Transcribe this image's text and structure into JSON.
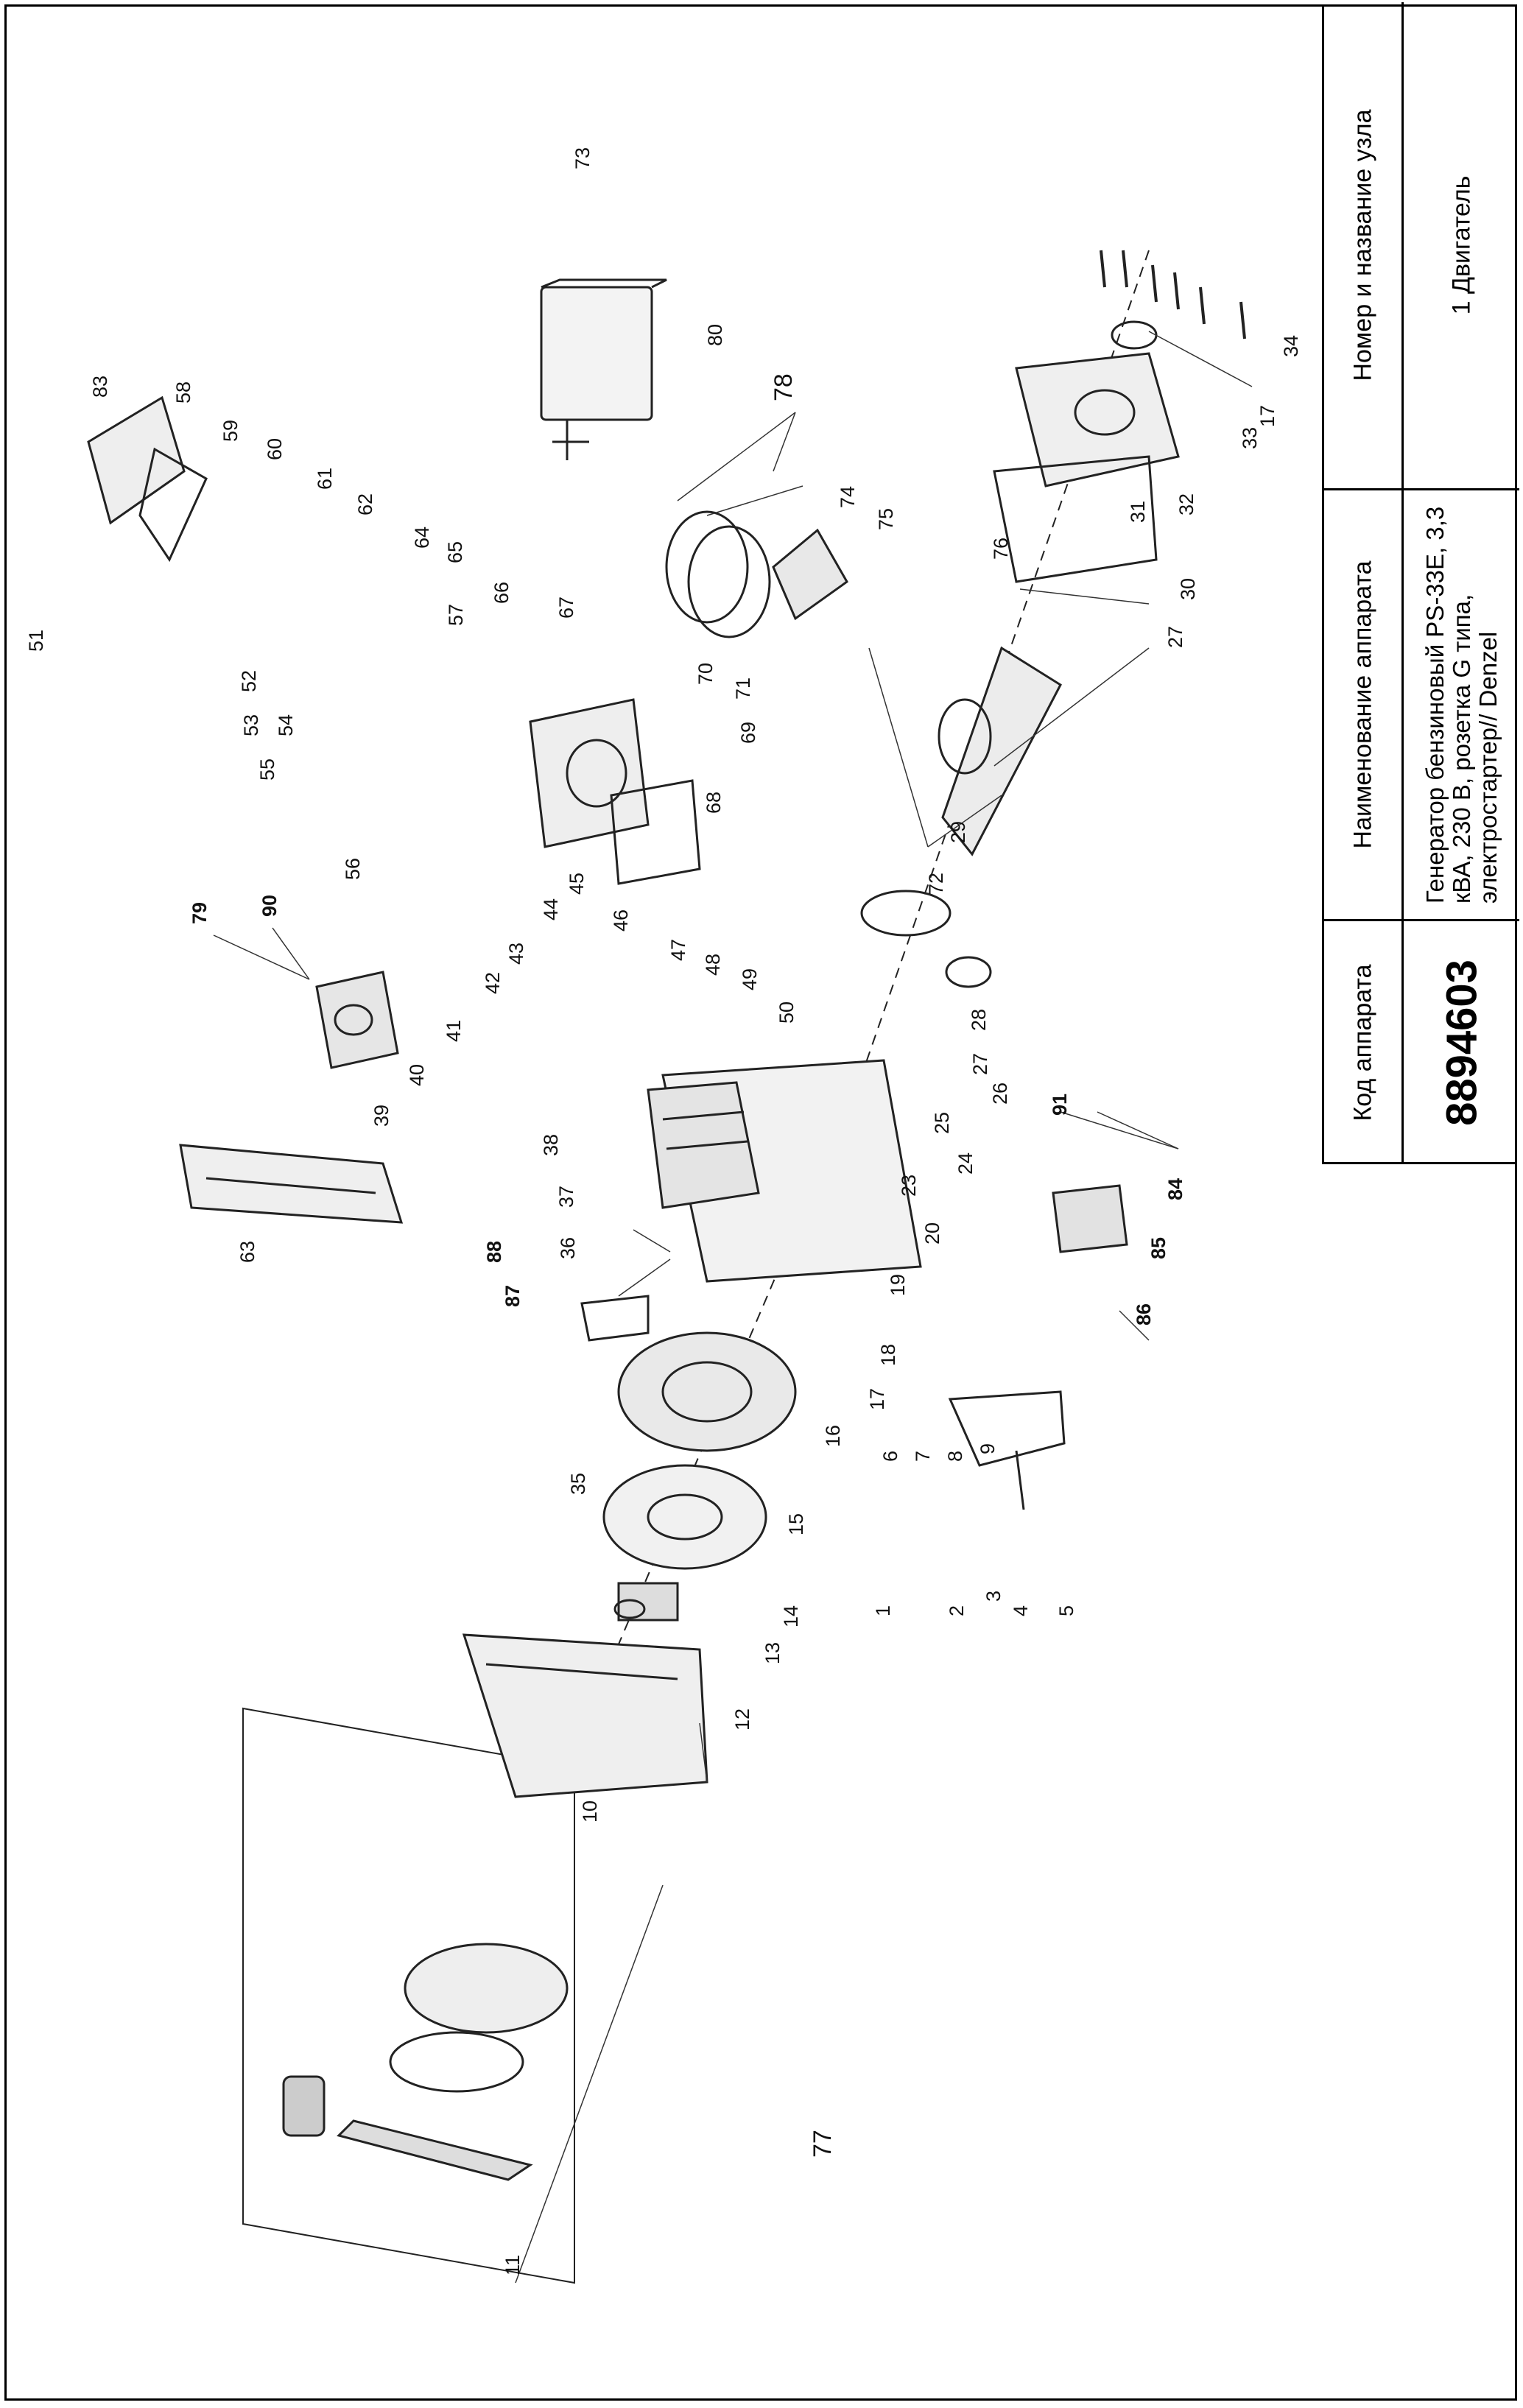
{
  "title_block": {
    "header_node": "Номер и название узла",
    "value_node": "1 Двигатель",
    "header_model": "Наименование аппарата",
    "value_model": "Генератор бензиновый PS-33E, 3,3 кВА, 230 В, розетка G типа, электростартер// Denzel",
    "header_code": "Код аппарата",
    "value_code": "8894603"
  },
  "callouts": {
    "c1": "1",
    "c2": "2",
    "c3": "3",
    "c4": "4",
    "c5": "5",
    "c6": "6",
    "c7": "7",
    "c8": "8",
    "c9": "9",
    "c10": "10",
    "c11": "11",
    "c12": "12",
    "c13": "13",
    "c14": "14",
    "c15": "15",
    "c16": "16",
    "c17a": "17",
    "c17b": "17",
    "c18": "18",
    "c19": "19",
    "c20": "20",
    "c23": "23",
    "c24": "24",
    "c25": "25",
    "c26": "26",
    "c27a": "27",
    "c27b": "27",
    "c28": "28",
    "c29": "29",
    "c30": "30",
    "c31": "31",
    "c32": "32",
    "c33": "33",
    "c34": "34",
    "c35": "35",
    "c36": "36",
    "c37": "37",
    "c38": "38",
    "c39": "39",
    "c40": "40",
    "c41": "41",
    "c42": "42",
    "c43": "43",
    "c44": "44",
    "c45": "45",
    "c46": "46",
    "c47": "47",
    "c48": "48",
    "c49": "49",
    "c50": "50",
    "c51": "51",
    "c52": "52",
    "c53": "53",
    "c54": "54",
    "c55": "55",
    "c56": "56",
    "c57": "57",
    "c58": "58",
    "c59": "59",
    "c60": "60",
    "c61": "61",
    "c62": "62",
    "c63": "63",
    "c64": "64",
    "c65": "65",
    "c66": "66",
    "c67": "67",
    "c68": "68",
    "c69": "69",
    "c70": "70",
    "c71": "71",
    "c72": "72",
    "c73": "73",
    "c74": "74",
    "c75": "75",
    "c76": "76",
    "c77": "77",
    "c78": "78",
    "c79": "79",
    "c80": "80",
    "c83": "83",
    "c84": "84",
    "c85": "85",
    "c86": "86",
    "c87": "87",
    "c88": "88",
    "c90": "90",
    "c91": "91"
  }
}
